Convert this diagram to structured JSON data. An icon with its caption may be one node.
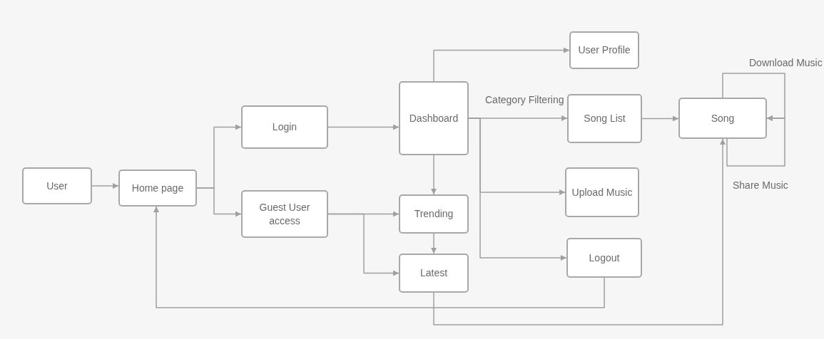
{
  "diagram": {
    "nodes": [
      {
        "text": [
          "User"
        ]
      },
      {
        "text": [
          "Home page"
        ]
      },
      {
        "text": [
          "Login"
        ]
      },
      {
        "text": [
          "Guest User access"
        ]
      },
      {
        "text": [
          "Dashboard"
        ]
      },
      {
        "text": [
          "Trending"
        ]
      },
      {
        "text": [
          "Latest"
        ]
      },
      {
        "text": [
          "User Profile"
        ]
      },
      {
        "text": [
          "Song List"
        ]
      },
      {
        "text": [
          "Upload Music"
        ]
      },
      {
        "text": [
          "Logout"
        ]
      },
      {
        "text": [
          "Song"
        ]
      }
    ],
    "edges": [
      {
        "from": 0,
        "to": 1,
        "arrow": "to"
      },
      {
        "from": 1,
        "to": 2,
        "arrow": "to"
      },
      {
        "from": 1,
        "to": 3,
        "arrow": "to"
      },
      {
        "from": 2,
        "to": 4,
        "arrow": "to"
      },
      {
        "from": 3,
        "to": 5,
        "arrow": "to"
      },
      {
        "from": 3,
        "to": 6,
        "arrow": "to"
      },
      {
        "from": 4,
        "to": 7,
        "arrow": "to"
      },
      {
        "from": 4,
        "to": 8,
        "arrow": "to",
        "label": "Category Filtering"
      },
      {
        "from": 4,
        "to": 9,
        "arrow": "to"
      },
      {
        "from": 4,
        "to": 10,
        "arrow": "to"
      },
      {
        "from": 4,
        "to": 5,
        "arrow": "to"
      },
      {
        "from": 5,
        "to": 6,
        "arrow": "to"
      },
      {
        "from": 8,
        "to": 11,
        "arrow": "to"
      },
      {
        "from": 10,
        "to": 1,
        "arrow": "to"
      },
      {
        "from": 6,
        "to": 11,
        "arrow": "to"
      },
      {
        "from": 11,
        "to": 11,
        "arrow": "to",
        "label": "Download Music"
      },
      {
        "from": 11,
        "to": 11,
        "arrow": "to",
        "label": "Share Music"
      }
    ]
  }
}
